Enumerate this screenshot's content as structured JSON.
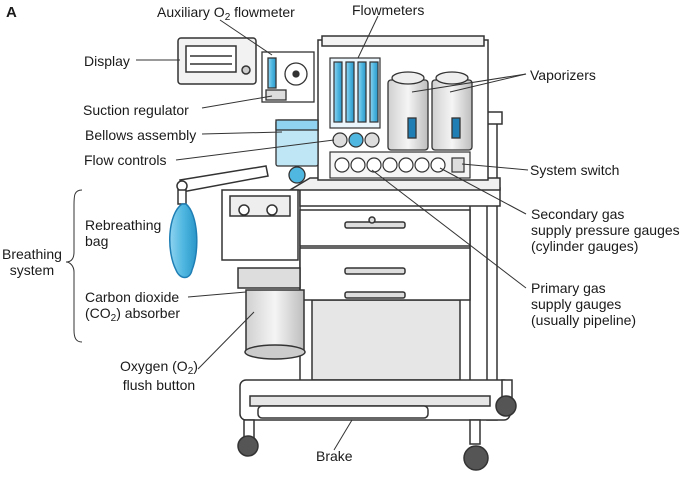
{
  "panel_letter": "A",
  "labels": {
    "aux_flowmeter": {
      "pre": "Auxiliary O",
      "sub": "2",
      "post": " flowmeter"
    },
    "flowmeters": "Flowmeters",
    "display": "Display",
    "vaporizers": "Vaporizers",
    "suction_regulator": "Suction regulator",
    "bellows_assembly": "Bellows assembly",
    "flow_controls": "Flow controls",
    "system_switch": "System switch",
    "secondary_gas": [
      "Secondary gas",
      "supply pressure gauges",
      "(cylinder gauges)"
    ],
    "rebreathing_bag": [
      "Rebreathing",
      "bag"
    ],
    "breathing_system": [
      "Breathing",
      "system"
    ],
    "primary_gas": [
      "Primary gas",
      "supply gauges",
      "(usually pipeline)"
    ],
    "co2_absorber": {
      "line1": "Carbon dioxide",
      "line2_pre": "(CO",
      "line2_sub": "2",
      "line2_post": ") absorber"
    },
    "o2_flush": {
      "line1_pre": "Oxygen (O",
      "line1_sub": "2",
      "line1_post": ")",
      "line2": "flush button"
    },
    "brake": "Brake"
  },
  "colors": {
    "outline": "#333333",
    "machine_body": "#ffffff",
    "machine_shade": "#e6e6e6",
    "accent_blue": "#4fb7e0",
    "dark_blue": "#1f7fb5",
    "leader": "#333333"
  }
}
